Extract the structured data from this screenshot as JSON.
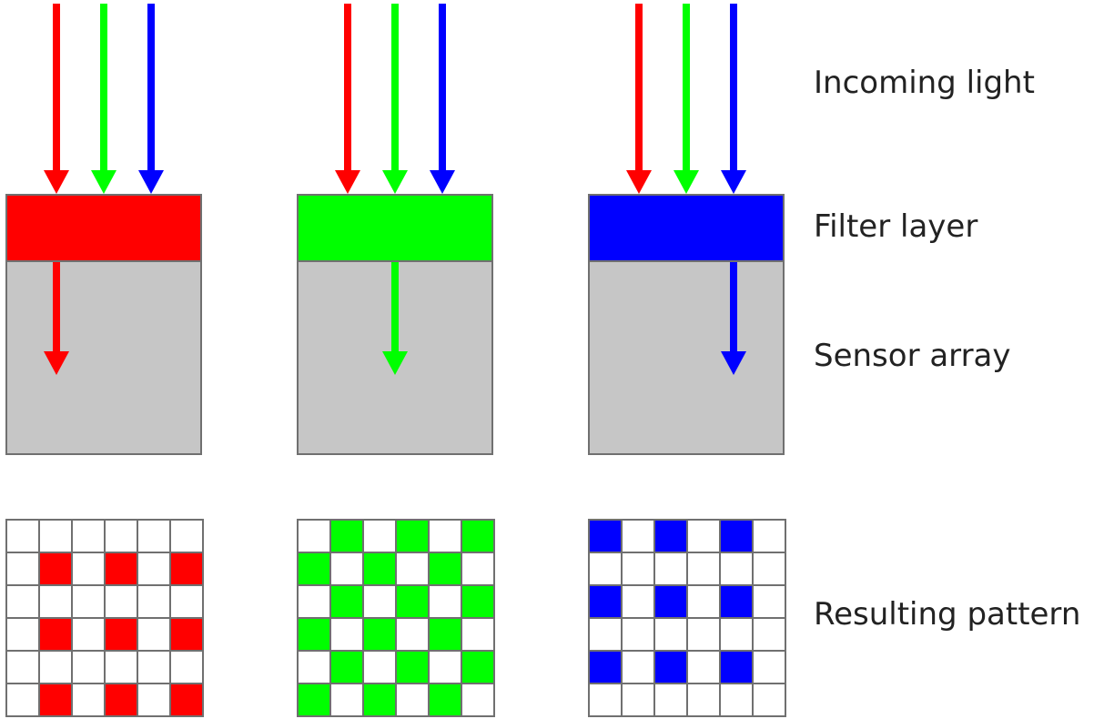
{
  "labels": {
    "incoming_light": "Incoming light",
    "filter_layer": "Filter layer",
    "sensor_array": "Sensor array",
    "resulting_pattern": "Resulting pattern"
  },
  "colors": {
    "red": "#ff0000",
    "green": "#00ff00",
    "blue": "#0000ff",
    "sensor": "#c6c6c6",
    "outline": "#707070",
    "empty_cell": "#ffffff"
  },
  "filters": [
    {
      "name": "red-filter",
      "color": "red",
      "passes": "red"
    },
    {
      "name": "green-filter",
      "color": "green",
      "passes": "green"
    },
    {
      "name": "blue-filter",
      "color": "blue",
      "passes": "blue"
    }
  ],
  "patterns": [
    {
      "name": "red-pattern",
      "color": "red",
      "grid": [
        [
          0,
          0,
          0,
          0,
          0,
          0
        ],
        [
          0,
          1,
          0,
          1,
          0,
          1
        ],
        [
          0,
          0,
          0,
          0,
          0,
          0
        ],
        [
          0,
          1,
          0,
          1,
          0,
          1
        ],
        [
          0,
          0,
          0,
          0,
          0,
          0
        ],
        [
          0,
          1,
          0,
          1,
          0,
          1
        ]
      ]
    },
    {
      "name": "green-pattern",
      "color": "green",
      "grid": [
        [
          0,
          1,
          0,
          1,
          0,
          1
        ],
        [
          1,
          0,
          1,
          0,
          1,
          0
        ],
        [
          0,
          1,
          0,
          1,
          0,
          1
        ],
        [
          1,
          0,
          1,
          0,
          1,
          0
        ],
        [
          0,
          1,
          0,
          1,
          0,
          1
        ],
        [
          1,
          0,
          1,
          0,
          1,
          0
        ]
      ]
    },
    {
      "name": "blue-pattern",
      "color": "blue",
      "grid": [
        [
          1,
          0,
          1,
          0,
          1,
          0
        ],
        [
          0,
          0,
          0,
          0,
          0,
          0
        ],
        [
          1,
          0,
          1,
          0,
          1,
          0
        ],
        [
          0,
          0,
          0,
          0,
          0,
          0
        ],
        [
          1,
          0,
          1,
          0,
          1,
          0
        ],
        [
          0,
          0,
          0,
          0,
          0,
          0
        ]
      ]
    }
  ]
}
